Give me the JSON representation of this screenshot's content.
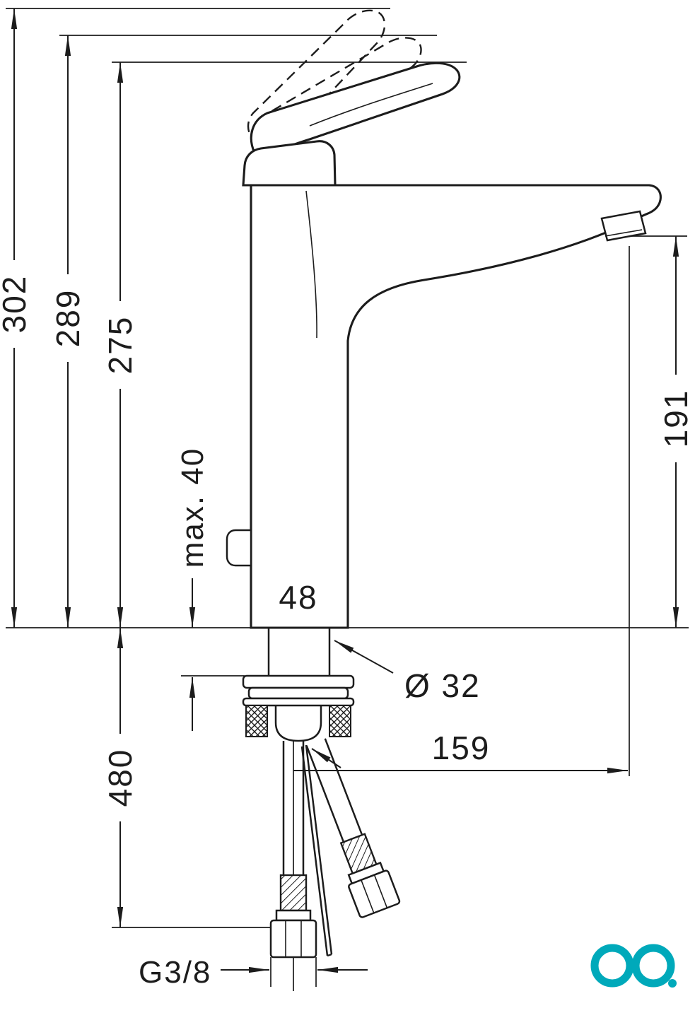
{
  "drawing": {
    "subject": "Single-lever basin mixer tall faucet - technical dimension drawing, side view",
    "line_color": "#1c1c1c",
    "background": "#ffffff",
    "logo_color": "#00a9ba"
  },
  "dimensions": {
    "overall_height": "302",
    "raised_handle_height": "289",
    "handle_height": "275",
    "max_mounting_thickness": "max. 40",
    "body_width": "48",
    "shank_diameter": "Ø 32",
    "outlet_height": "191",
    "spout_reach": "159",
    "hose_length": "480",
    "connection_thread": "G3/8"
  }
}
